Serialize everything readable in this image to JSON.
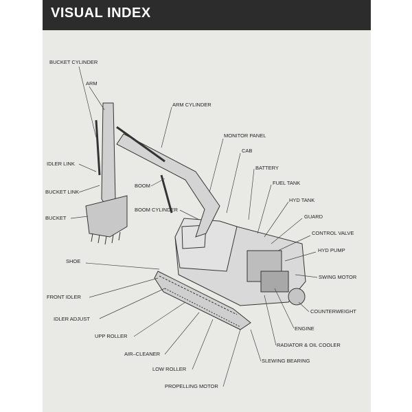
{
  "header": {
    "title": "VISUAL INDEX"
  },
  "labels": {
    "bucket_cylinder": "BUCKET CYLINDER",
    "arm": "ARM",
    "arm_cylinder": "ARM CYLINDER",
    "monitor_panel": "MONITOR PANEL",
    "cab": "CAB",
    "battery": "BATTERY",
    "fuel_tank": "FUEL TANK",
    "hyd_tank": "HYD TANK",
    "guard": "GUARD",
    "control_valve": "CONTROL VALVE",
    "hyd_pump": "HYD PUMP",
    "swing_motor": "SWING MOTOR",
    "counterweight": "COUNTERWEIGHT",
    "engine": "ENGINE",
    "radiator_oil_cooler": "RADIATOR & OIL COOLER",
    "slewing_bearing": "SLEWING BEARING",
    "propelling_motor": "PROPELLING MOTOR",
    "low_roller": "LOW ROLLER",
    "air_cleaner": "AIR–CLEANER",
    "upp_roller": "UPP ROLLER",
    "idler_adjust": "IDLER ADJUST",
    "front_idler": "FRONT IDLER",
    "shoe": "SHOE",
    "bucket": "BUCKET",
    "bucket_link": "BUCKET LINK",
    "idler_link": "IDLER LINK",
    "boom": "BOOM",
    "boom_cylinder": "BOOM CYLINDER"
  }
}
